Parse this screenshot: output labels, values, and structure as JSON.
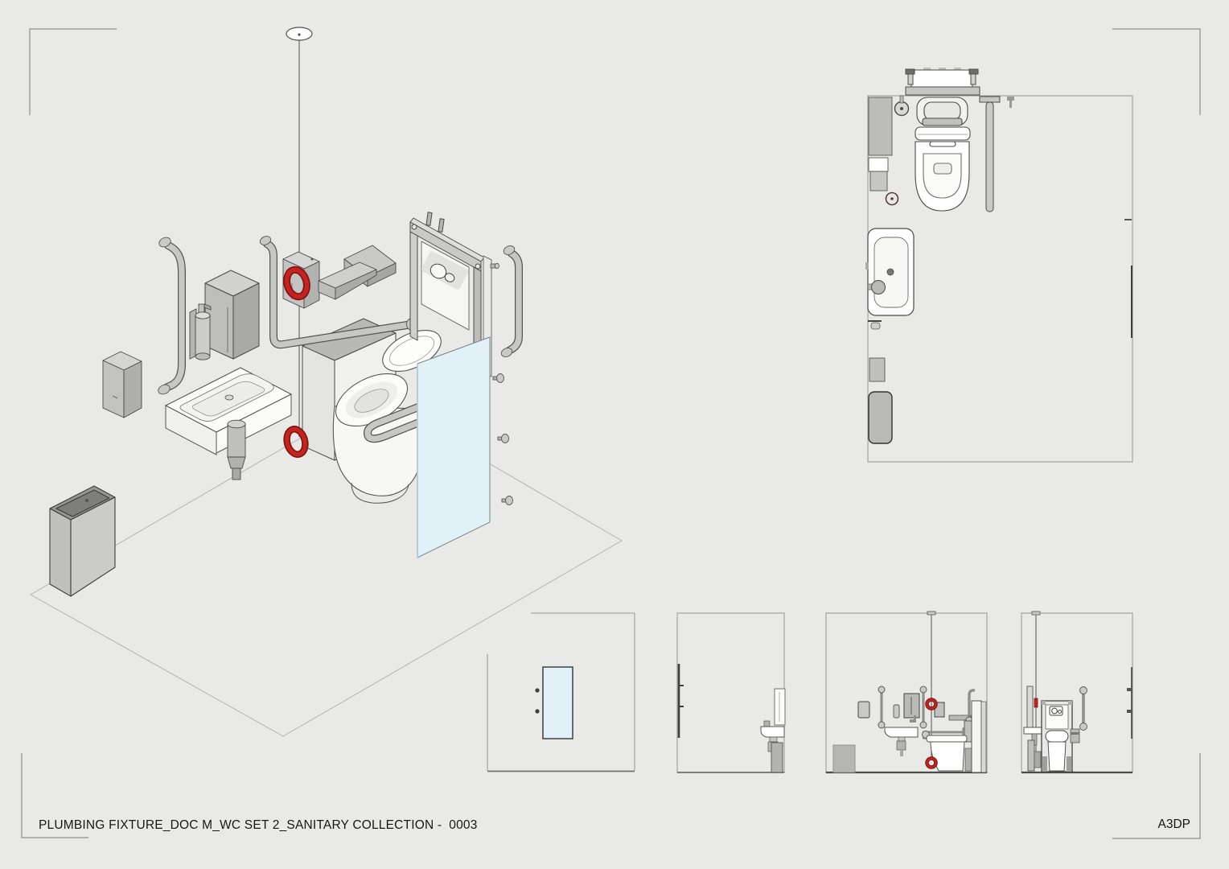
{
  "title_block": {
    "drawing_title": "PLUMBING FIXTURE_DOC M_WC SET 2_SANITARY COLLECTION -  0003",
    "sheet_code": "A3DP"
  },
  "palette": {
    "background": "#e9e9e7",
    "outline": "#4a4a4a",
    "faint_line": "#b4b4b2",
    "fixture_light": "#d9d9d8",
    "fixture_mid": "#c2c2c1",
    "fixture_dark": "#a9a9a8",
    "sanitary_white": "#fbfbfa",
    "accent_red": "#c8221f",
    "accent_red_dark": "#7c1715",
    "glass_blue": "#e2f0f7"
  },
  "views": {
    "isometric_exploded": {
      "id": "iso-exploded-view",
      "components": [
        "ceiling-rose",
        "pull-cord",
        "red-bangle-high",
        "red-bangle-low",
        "alarm-unit",
        "grab-rail-vertical-left",
        "paper-towel-dispenser",
        "soap-dispenser",
        "toilet-roll-dispenser",
        "wash-basin",
        "bottle-trap",
        "sanitary-disposal-bin",
        "wc-back-panel",
        "wc-pan",
        "seat-lid",
        "drop-down-grab-rail",
        "shelf",
        "ramp-wedge",
        "concealed-cistern-frame",
        "dual-flush-plate",
        "grab-rail-vertical-right",
        "wall-fixings",
        "glass-ips-panel",
        "floor-outline"
      ]
    },
    "plan": {
      "id": "plan-view",
      "components": [
        "room-outline",
        "cistern-frame",
        "wc-pan-plan",
        "drop-down-rail-plan",
        "alarm-button",
        "paper-towel-dispenser",
        "basin-plan",
        "tap",
        "sanitary-bin",
        "door-leaf"
      ]
    },
    "elevations": [
      {
        "id": "elevation-mirror-wall",
        "components": [
          "wall-outline",
          "mirror-panel",
          "coat-hooks"
        ]
      },
      {
        "id": "elevation-basin-wall",
        "components": [
          "wall-outline",
          "grab-rail-edge",
          "basin-side",
          "pedestal"
        ]
      },
      {
        "id": "elevation-wc-side",
        "components": [
          "wall-outline",
          "pull-cord",
          "red-bangles",
          "bin",
          "dispensers",
          "grab-rails",
          "basin-side",
          "wc-side",
          "ips-panel"
        ]
      },
      {
        "id": "elevation-wc-front",
        "components": [
          "wall-outline",
          "pull-cord",
          "red-bangles",
          "basin-edge",
          "cistern-frame-front",
          "flush-plate",
          "wc-front",
          "grab-rail",
          "door-edge"
        ]
      }
    ]
  }
}
